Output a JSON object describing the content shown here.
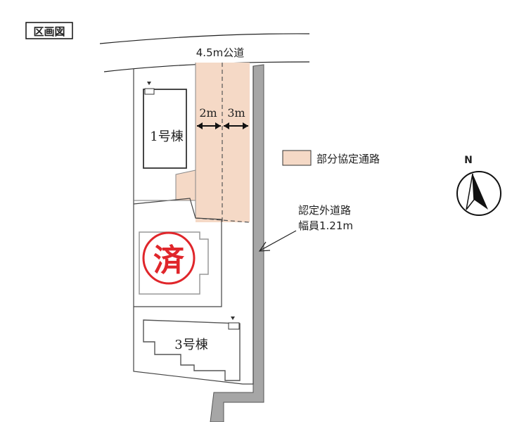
{
  "title_box": "区画図",
  "road_label": "4.5m公道",
  "lot1_label": "1号棟",
  "lot3_label": "3号棟",
  "width_2m": "2m",
  "width_3m": "3m",
  "legend_label": "部分協定通路",
  "outside_road_line1": "認定外道路",
  "outside_road_line2": "幅員1.21m",
  "stamp_text": "済",
  "north_label": "N",
  "colors": {
    "agreement_path_fill": "#f5d9c6",
    "outside_road_fill": "#a6a6a6",
    "stamp_red": "#e0262b"
  }
}
